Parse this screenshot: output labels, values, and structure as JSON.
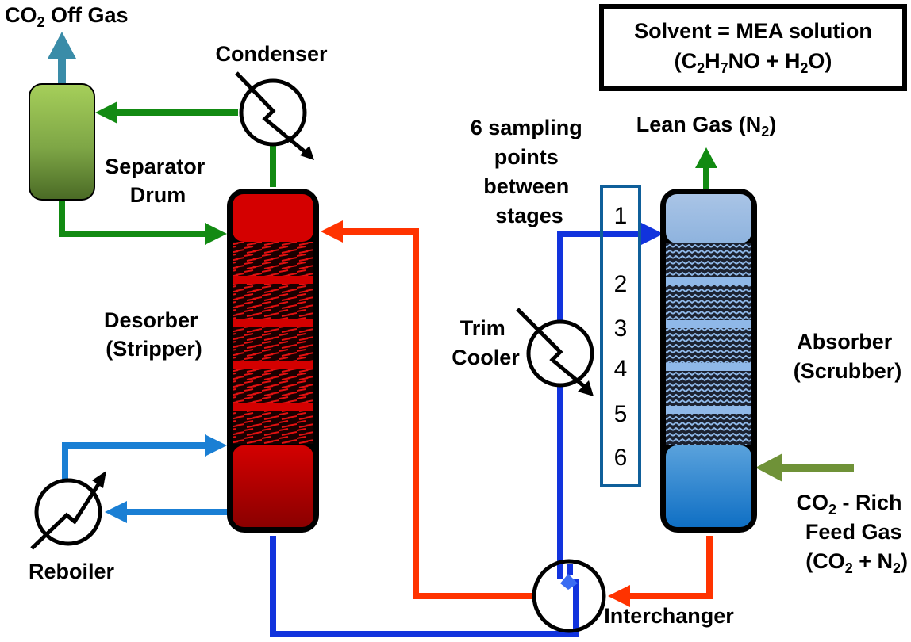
{
  "legend_box": {
    "line1": "Solvent = MEA solution",
    "line2": {
      "a": "(C",
      "s1": "2",
      "b": "H",
      "s2": "7",
      "c": "NO + H",
      "s3": "2",
      "d": "O)"
    }
  },
  "labels": {
    "co2_off_gas": {
      "a": "CO",
      "sub": "2",
      "b": " Off Gas"
    },
    "condenser": "Condenser",
    "separator_drum": [
      "Separator",
      "Drum"
    ],
    "desorber": [
      "Desorber",
      "(Stripper)"
    ],
    "reboiler": "Reboiler",
    "sampling": [
      "6 sampling",
      "points",
      "between",
      "stages"
    ],
    "lean_gas": {
      "a": "Lean Gas (N",
      "sub": "2",
      "b": ")"
    },
    "trim_cooler": [
      "Trim",
      "Cooler"
    ],
    "absorber": [
      "Absorber",
      "(Scrubber)"
    ],
    "feed_gas": {
      "l1a": "CO",
      "l1sub": "2",
      "l1b": "  - Rich",
      "l2": "Feed Gas",
      "l3a": "(CO",
      "l3sub": "2",
      "l3b": " + N",
      "l3sub2": "2",
      "l3c": ")"
    },
    "interchanger": "Interchanger"
  },
  "sampling_points": [
    "1",
    "2",
    "3",
    "4",
    "5",
    "6"
  ],
  "colors": {
    "hot_red": "#ff3300",
    "cold_blue": "#1133dd",
    "steam_blue": "#1a7fd4",
    "vapor_green": "#128a12",
    "off_gas_teal": "#3a8ca8",
    "feed_olive": "#6f9238",
    "desorber_red": "#d40000",
    "absorber_blue": "#7fb0dd"
  }
}
